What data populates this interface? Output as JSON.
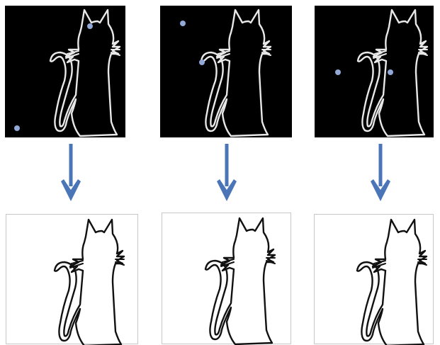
{
  "colors": {
    "input_background": "#000000",
    "input_outline": "#e8e8e8",
    "seed_point": "#92a9d8",
    "arrow": "#4a76b8",
    "output_background": "#ffffff",
    "output_outline": "#111111",
    "output_frame": "#c8c8c8"
  },
  "columns": [
    {
      "id": "col-1",
      "input_panel": {
        "shape": "cat-outline",
        "seed_points": 2
      },
      "arrow": "arrow-down",
      "output_panel": {
        "shape": "cat-outline"
      }
    },
    {
      "id": "col-2",
      "input_panel": {
        "shape": "cat-outline",
        "seed_points": 2
      },
      "arrow": "arrow-down",
      "output_panel": {
        "shape": "cat-outline"
      }
    },
    {
      "id": "col-3",
      "input_panel": {
        "shape": "cat-outline",
        "seed_points": 2
      },
      "arrow": "arrow-down",
      "output_panel": {
        "shape": "cat-outline"
      }
    }
  ]
}
